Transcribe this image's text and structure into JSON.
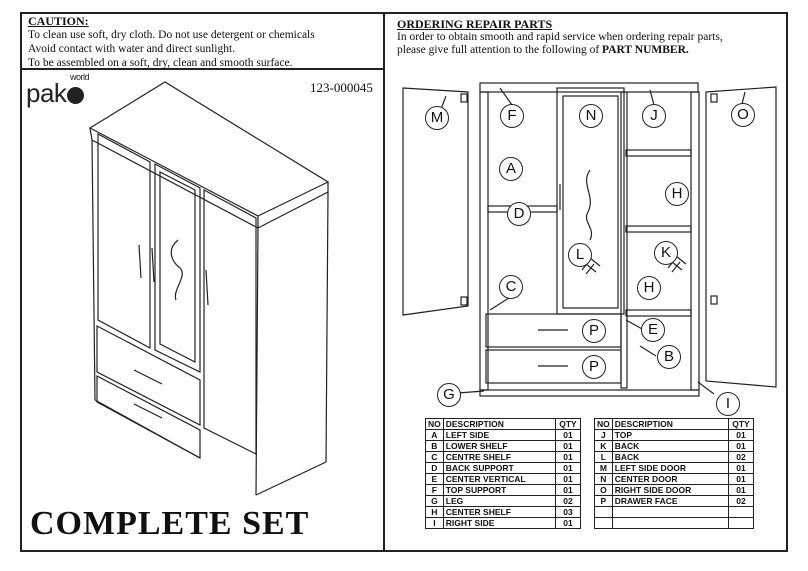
{
  "caution": {
    "title": "CAUTION:",
    "lines": [
      "To clean use soft, dry cloth. Do not use detergent or chemicals",
      "Avoid contact with water and direct sunlight.",
      "To be assembled on a soft, dry, clean and smooth surface."
    ]
  },
  "ordering": {
    "title": "ORDERING REPAIR PARTS",
    "line1": "In order to obtain smooth and rapid service when ordering repair parts,",
    "line2": "please give full attention to the following of",
    "part_number": "PART NUMBER."
  },
  "logo": {
    "text": "pak",
    "world": "world"
  },
  "model_number": "123-000045",
  "complete_set": "COMPLETE SET",
  "part_labels": [
    "A",
    "B",
    "C",
    "D",
    "E",
    "F",
    "G",
    "H",
    "H",
    "I",
    "J",
    "K",
    "L",
    "M",
    "N",
    "O",
    "P",
    "P"
  ],
  "table_headers": {
    "no": "NO",
    "description": "DESCRIPTION",
    "qty": "QTY"
  },
  "parts_left": [
    {
      "no": "A",
      "description": "LEFT SIDE",
      "qty": "01"
    },
    {
      "no": "B",
      "description": "LOWER SHELF",
      "qty": "01"
    },
    {
      "no": "C",
      "description": "CENTRE SHELF",
      "qty": "01"
    },
    {
      "no": "D",
      "description": "BACK SUPPORT",
      "qty": "01"
    },
    {
      "no": "E",
      "description": "CENTER VERTICAL",
      "qty": "01"
    },
    {
      "no": "F",
      "description": "TOP SUPPORT",
      "qty": "01"
    },
    {
      "no": "G",
      "description": "LEG",
      "qty": "02"
    },
    {
      "no": "H",
      "description": "CENTER SHELF",
      "qty": "03"
    },
    {
      "no": "I",
      "description": "RIGHT SIDE",
      "qty": "01"
    }
  ],
  "parts_right": [
    {
      "no": "J",
      "description": "TOP",
      "qty": "01"
    },
    {
      "no": "K",
      "description": "BACK",
      "qty": "01"
    },
    {
      "no": "L",
      "description": "BACK",
      "qty": "02"
    },
    {
      "no": "M",
      "description": "LEFT SIDE DOOR",
      "qty": "01"
    },
    {
      "no": "N",
      "description": "CENTER DOOR",
      "qty": "01"
    },
    {
      "no": "O",
      "description": "RIGHT SIDE DOOR",
      "qty": "01"
    },
    {
      "no": "P",
      "description": "DRAWER FACE",
      "qty": "02"
    },
    {
      "no": "",
      "description": "",
      "qty": ""
    },
    {
      "no": "",
      "description": "",
      "qty": ""
    }
  ]
}
